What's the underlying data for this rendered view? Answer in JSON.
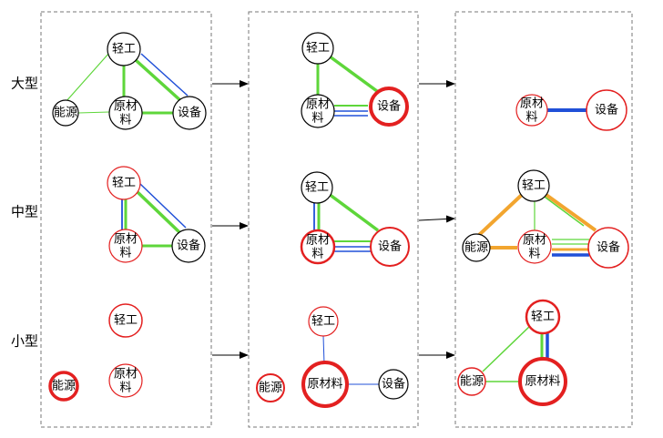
{
  "row_labels": {
    "large": "大型",
    "medium": "中型",
    "small": "小型"
  },
  "node_labels": {
    "light": "轻工",
    "raw_line1": "原材",
    "raw_line2": "料",
    "raw_inline": "原材料",
    "equip": "设备",
    "energy": "能源"
  },
  "colors": {
    "panel_border": "#777777",
    "black_node": "#000000",
    "red_node": "#e32020",
    "green_edge": "#5ed63a",
    "blue_edge": "#2050d8",
    "orange_edge": "#f2a52f",
    "arrow": "#000000"
  }
}
